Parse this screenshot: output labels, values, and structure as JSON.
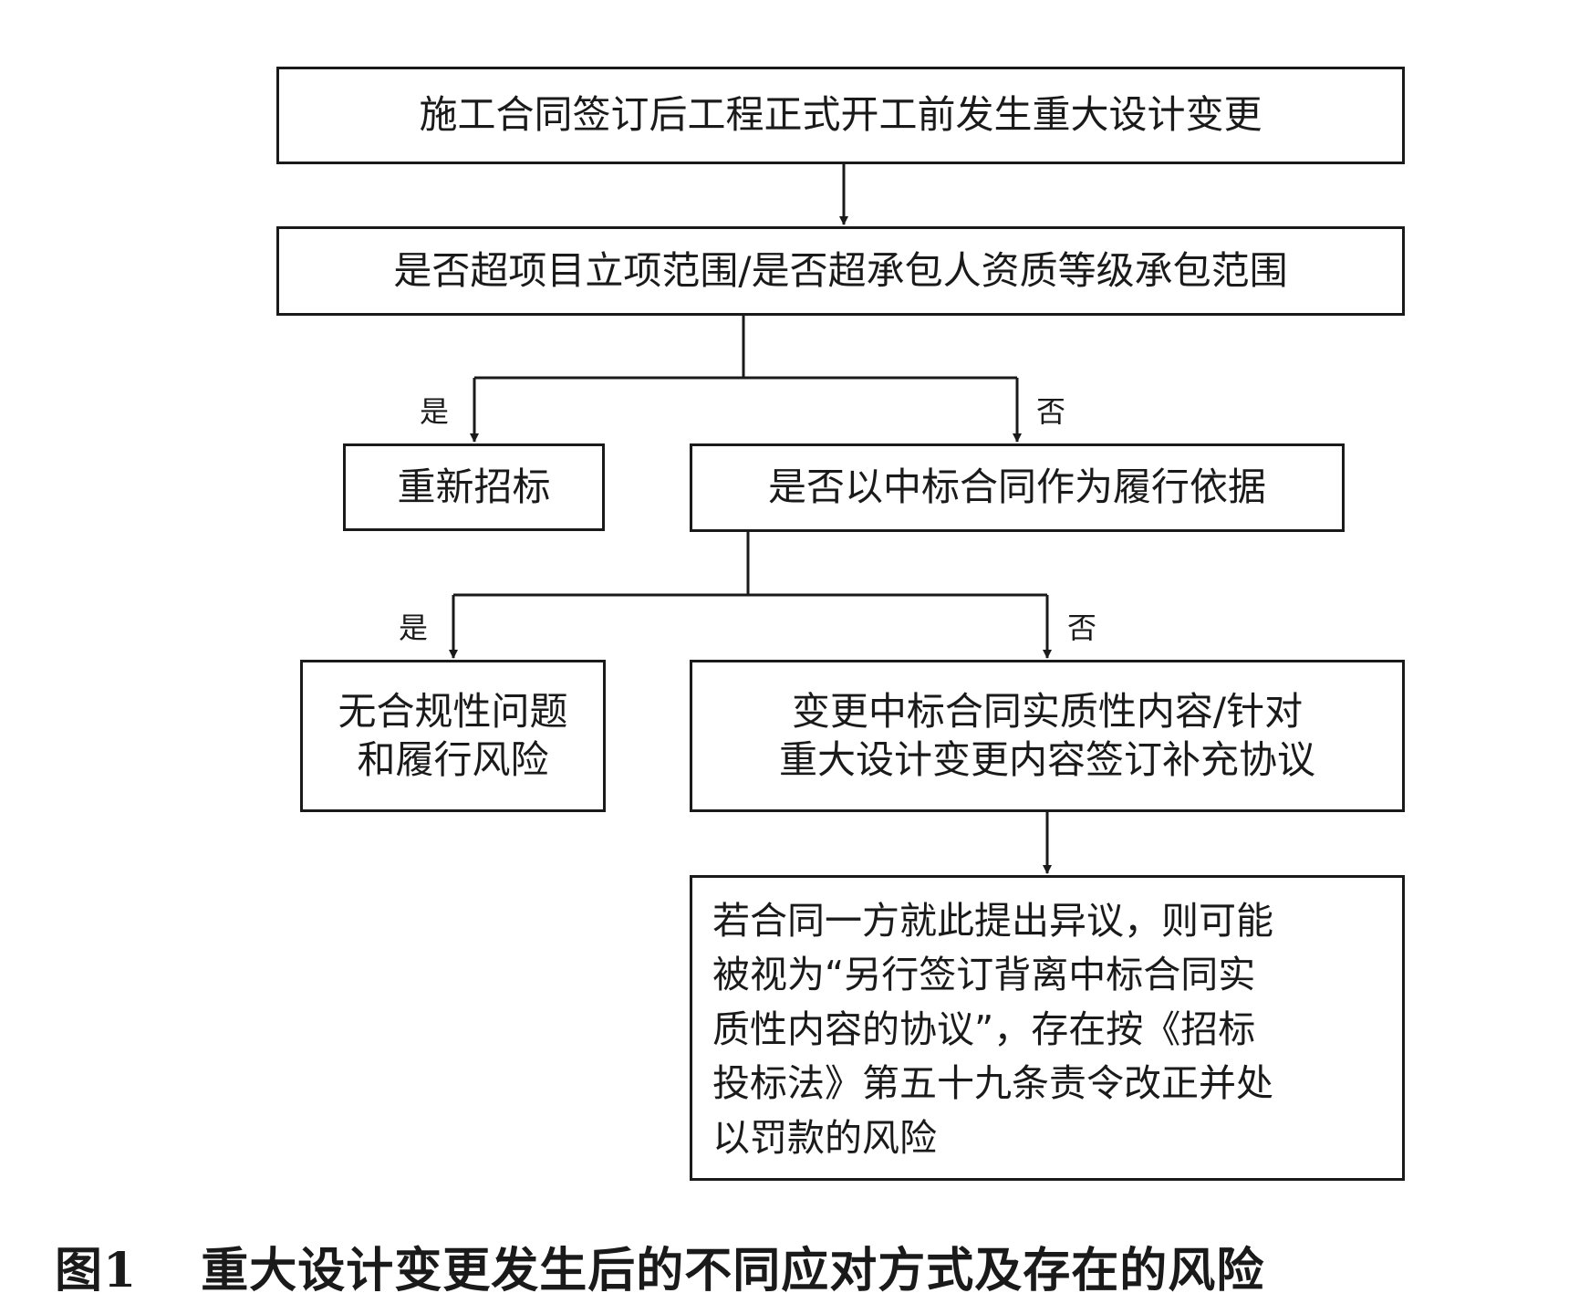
{
  "nodes": {
    "start": "施工合同签订后工程正式开工前发生重大设计变更",
    "scope_check": "是否超项目立项范围/是否超承包人资质等级承包范围",
    "rebid": "重新招标",
    "basis_check": "是否以中标合同作为履行依据",
    "no_issue": [
      "无合规性问题",
      "和履行风险"
    ],
    "supplement": [
      "变更中标合同实质性内容/针对",
      "重大设计变更内容签订补充协议"
    ],
    "risk": [
      "若合同一方就此提出异议，则可能",
      "被视为“另行签订背离中标合同实",
      "质性内容的协议”，存在按《招标",
      "投标法》第五十九条责令改正并处",
      "以罚款的风险"
    ]
  },
  "branch_labels": {
    "scope_yes": "是",
    "scope_no": "否",
    "basis_yes": "是",
    "basis_no": "否"
  },
  "caption": {
    "number": "图1",
    "title": "重大设计变更发生后的不同应对方式及存在的风险"
  }
}
